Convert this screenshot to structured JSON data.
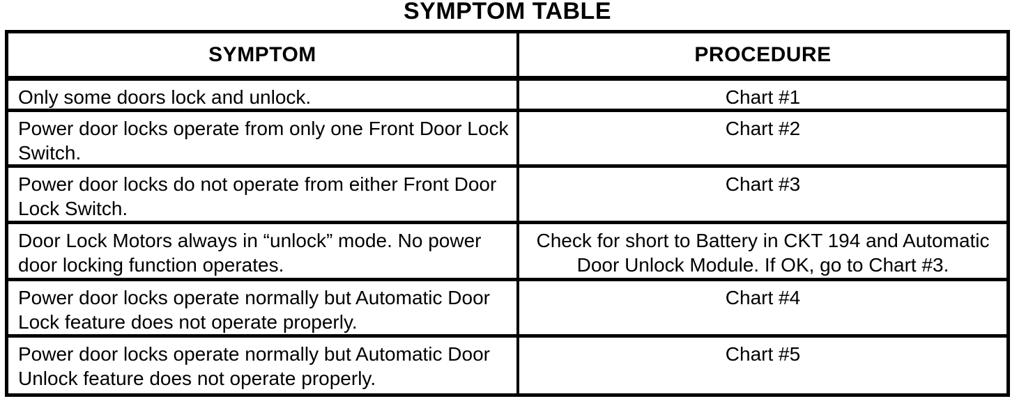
{
  "page": {
    "title": "SYMPTOM TABLE"
  },
  "table": {
    "columns": [
      {
        "key": "symptom",
        "label": "SYMPTOM"
      },
      {
        "key": "procedure",
        "label": "PROCEDURE"
      }
    ],
    "rows": [
      {
        "symptom": "Only some doors lock and unlock.",
        "procedure": "Chart #1"
      },
      {
        "symptom": "Power door locks operate from only one Front Door Lock Switch.",
        "procedure": "Chart #2"
      },
      {
        "symptom": "Power door locks do not operate from either Front Door Lock Switch.",
        "procedure": "Chart #3"
      },
      {
        "symptom": "Door Lock Motors always in “unlock” mode. No power door locking function operates.",
        "procedure": "Check for short to Battery in CKT 194 and Automatic Door Unlock Module. If OK, go to Chart #3."
      },
      {
        "symptom": "Power door locks operate normally but Automatic Door Lock feature does not operate properly.",
        "procedure": "Chart #4"
      },
      {
        "symptom": "Power door locks operate normally but Automatic Door Unlock feature does not operate properly.",
        "procedure": "Chart #5"
      }
    ]
  },
  "colors": {
    "ink": "#000000",
    "paper": "#ffffff"
  }
}
